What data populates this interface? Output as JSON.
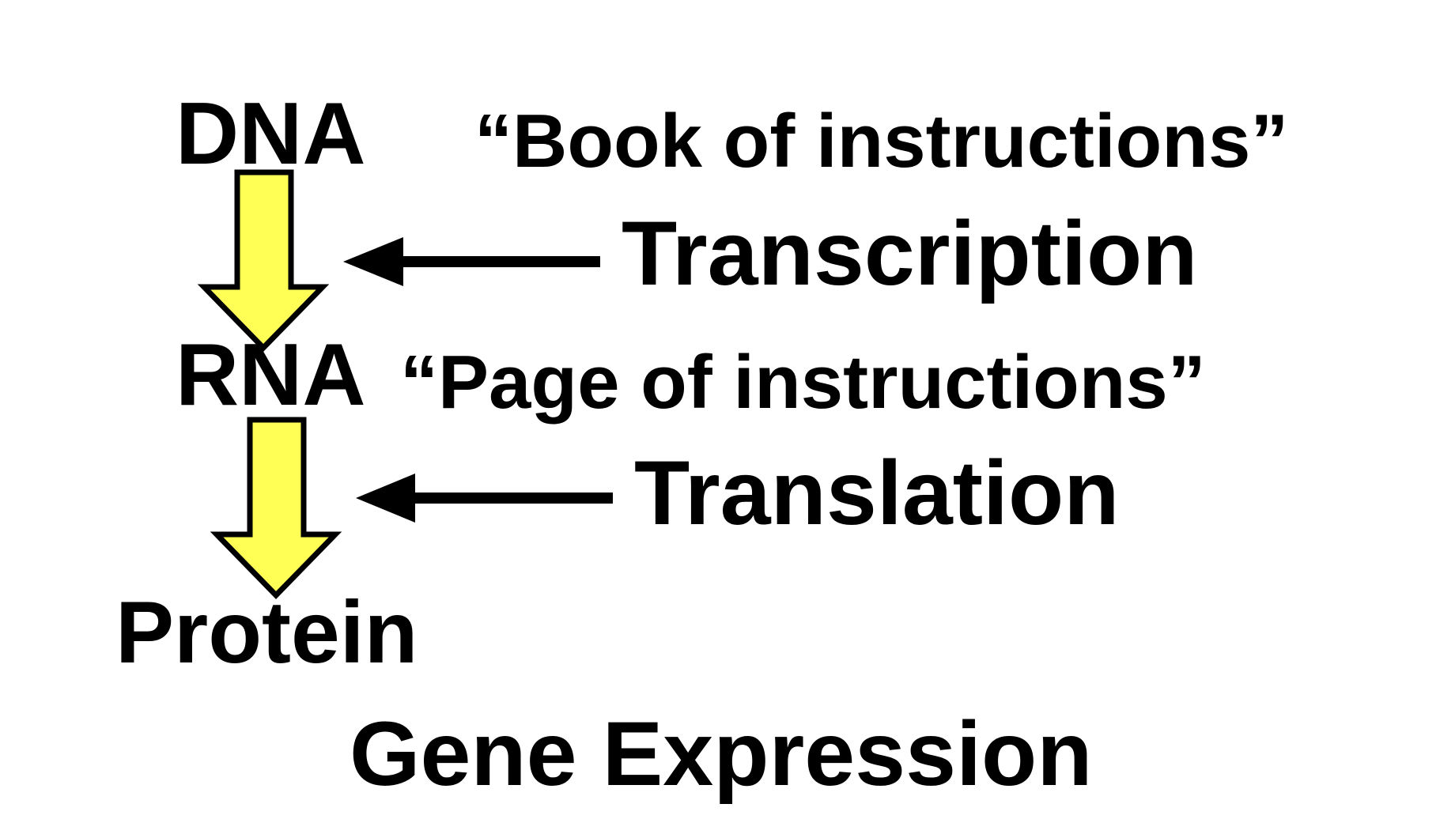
{
  "diagram": {
    "title": "Gene Expression",
    "nodes": {
      "dna": {
        "label": "DNA",
        "description": "“Book of instructions”"
      },
      "rna": {
        "label": "RNA",
        "description": "“Page of instructions”"
      },
      "protein": {
        "label": "Protein"
      }
    },
    "processes": {
      "transcription": {
        "label": "Transcription"
      },
      "translation": {
        "label": "Translation"
      }
    },
    "colors": {
      "flow_arrow_fill": "#ffff55",
      "stroke": "#000000",
      "background": "#ffffff"
    }
  }
}
